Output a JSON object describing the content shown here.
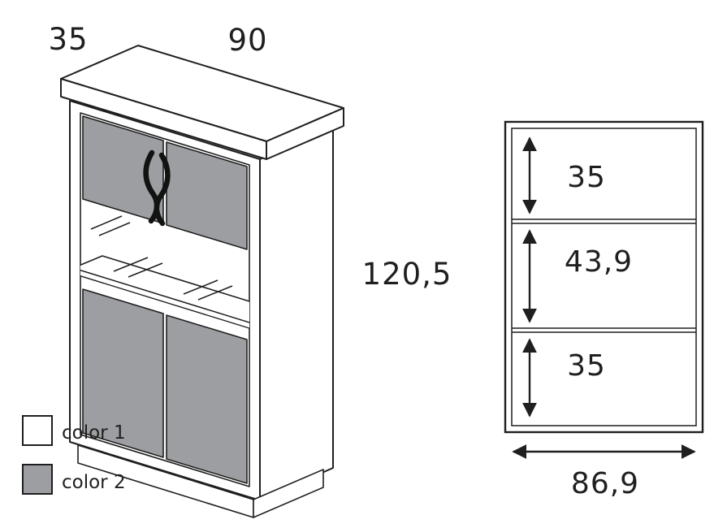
{
  "cabinet": {
    "depth_label": "35",
    "width_label": "90",
    "height_label": "120,5"
  },
  "schematic": {
    "sections": [
      {
        "label": "35"
      },
      {
        "label": "43,9"
      },
      {
        "label": "35"
      }
    ],
    "width_label": "86,9"
  },
  "legend": {
    "items": [
      {
        "label": "color 1",
        "color": "#ffffff"
      },
      {
        "label": "color 2",
        "color": "#9c9ea1"
      }
    ]
  },
  "colors": {
    "line": "#1f1f1f",
    "door_gray": "#9c9ea1",
    "background": "#ffffff"
  }
}
